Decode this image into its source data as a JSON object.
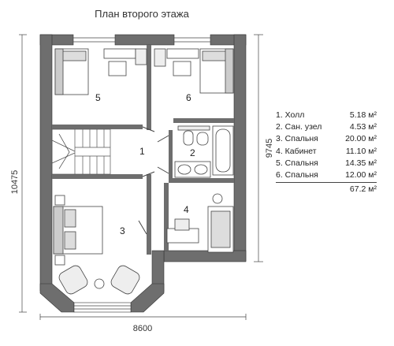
{
  "title": "План второго этажа",
  "rooms": [
    {
      "num": "1",
      "label": "1. Холл",
      "area": "5.18 м²"
    },
    {
      "num": "2",
      "label": "2. Сан. узел",
      "area": "4.53 м²"
    },
    {
      "num": "3",
      "label": "3. Спальня",
      "area": "20.00 м²"
    },
    {
      "num": "4",
      "label": "4. Кабинет",
      "area": "11.10 м²"
    },
    {
      "num": "5",
      "label": "5. Спальня",
      "area": "14.35 м²"
    },
    {
      "num": "6",
      "label": "6. Спальня",
      "area": "12.00 м²"
    }
  ],
  "total_area": "67.2 м²",
  "dimensions": {
    "width": "8600",
    "height_left": "10475",
    "height_right": "9745"
  },
  "colors": {
    "wall": "#6e6e6e",
    "line": "#444444",
    "background": "#ffffff"
  }
}
